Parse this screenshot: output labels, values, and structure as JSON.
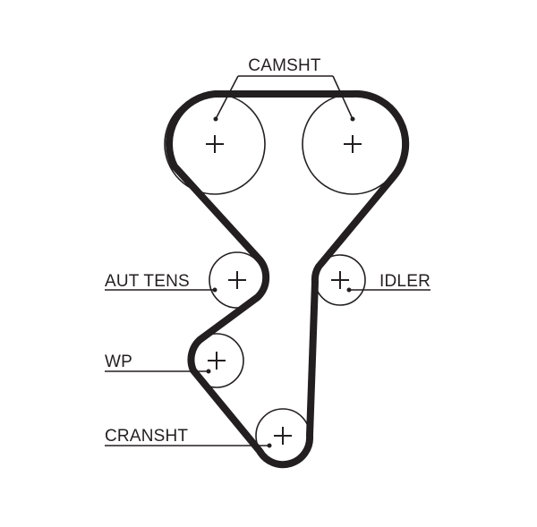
{
  "diagram": {
    "labels": {
      "camshaft": "CAMSHT",
      "tensioner": "AUT TENS",
      "idler": "IDLER",
      "water_pump": "WP",
      "crankshaft": "CRANSHT"
    }
  }
}
